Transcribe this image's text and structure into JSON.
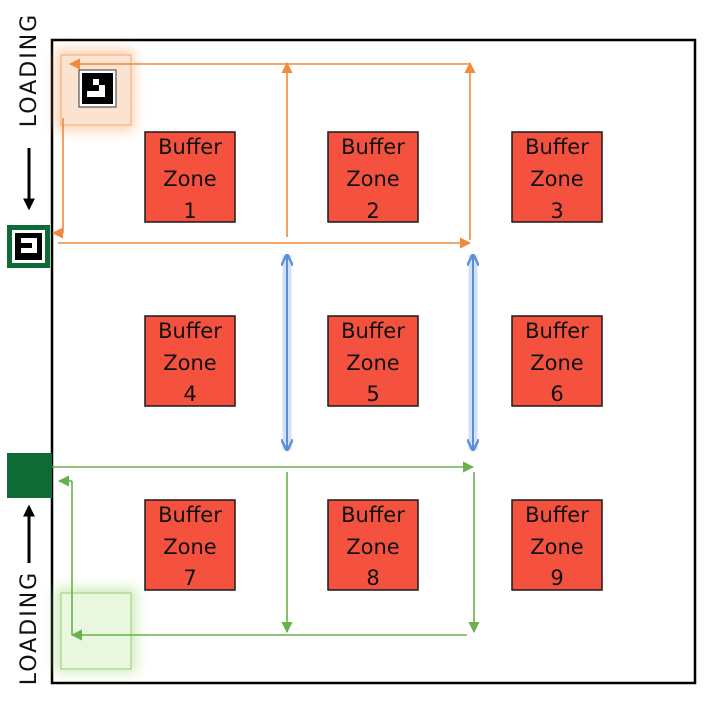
{
  "loading_top": "LOADING",
  "loading_bottom": "LOADING",
  "zones": [
    {
      "line1": "Buffer",
      "line2": "Zone",
      "number": "1"
    },
    {
      "line1": "Buffer",
      "line2": "Zone",
      "number": "2"
    },
    {
      "line1": "Buffer",
      "line2": "Zone",
      "number": "3"
    },
    {
      "line1": "Buffer",
      "line2": "Zone",
      "number": "4"
    },
    {
      "line1": "Buffer",
      "line2": "Zone",
      "number": "5"
    },
    {
      "line1": "Buffer",
      "line2": "Zone",
      "number": "6"
    },
    {
      "line1": "Buffer",
      "line2": "Zone",
      "number": "7"
    },
    {
      "line1": "Buffer",
      "line2": "Zone",
      "number": "8"
    },
    {
      "line1": "Buffer",
      "line2": "Zone",
      "number": "9"
    }
  ],
  "colors": {
    "zone_fill": "#f4513f",
    "orange_path": "#f08a3c",
    "blue_path": "#5b8fd6",
    "green_path": "#6ab04c",
    "dock_green": "#0e6b35",
    "frame": "#000000"
  },
  "icons": {
    "top_marker": "fiducial-marker-icon",
    "left_marker": "fiducial-marker-icon",
    "bottom_dock": "loading-dock-icon",
    "down_arrow": "arrow-down-icon",
    "up_arrow": "arrow-up-icon"
  }
}
